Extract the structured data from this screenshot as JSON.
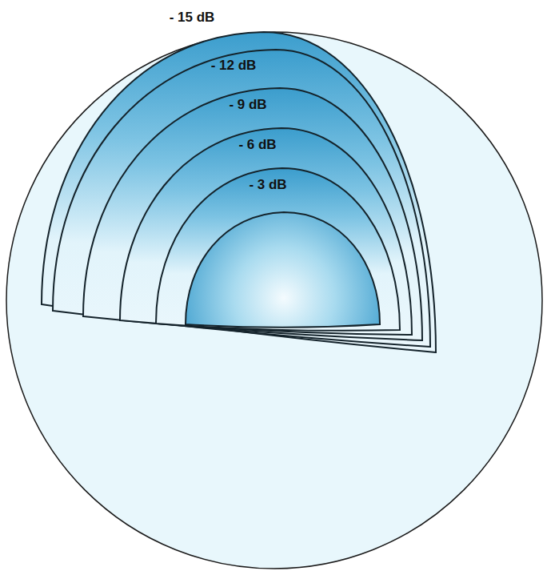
{
  "diagram": {
    "nodes": [
      {
        "text": [
          "- 15 dB"
        ]
      },
      {
        "text": [
          "- 12 dB"
        ],
        "in": 0
      },
      {
        "text": [
          "- 9 dB"
        ],
        "in": 1
      },
      {
        "text": [
          "- 6 dB"
        ],
        "in": 2
      },
      {
        "text": [
          "- 3 dB"
        ],
        "in": 3
      }
    ]
  }
}
